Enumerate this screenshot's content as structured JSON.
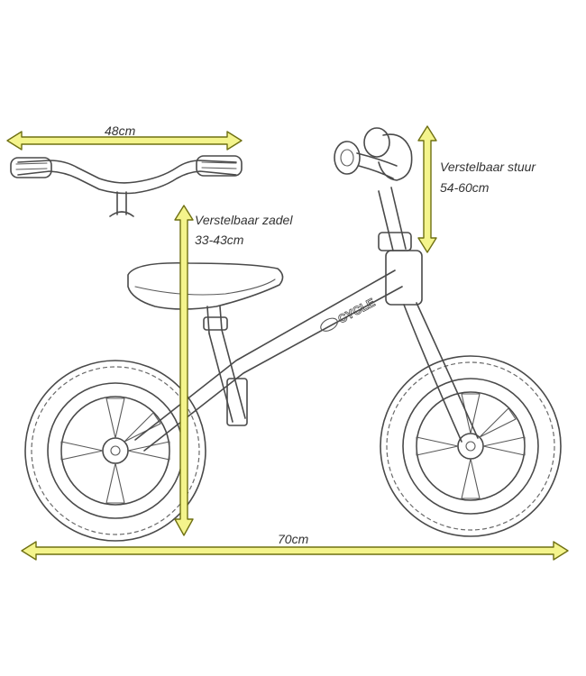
{
  "dimensions": {
    "handlebar_width": "48cm",
    "saddle_title": "Verstelbaar zadel",
    "saddle_range": "33-43cm",
    "handlebar_title": "Verstelbaar stuur",
    "handlebar_range": "54-60cm",
    "total_length": "70cm"
  },
  "brand_logo_text": "CYCLE",
  "colors": {
    "arrow_fill": "#f4f48c",
    "arrow_stroke": "#6f7012",
    "line_art": "#4a4a4a"
  }
}
